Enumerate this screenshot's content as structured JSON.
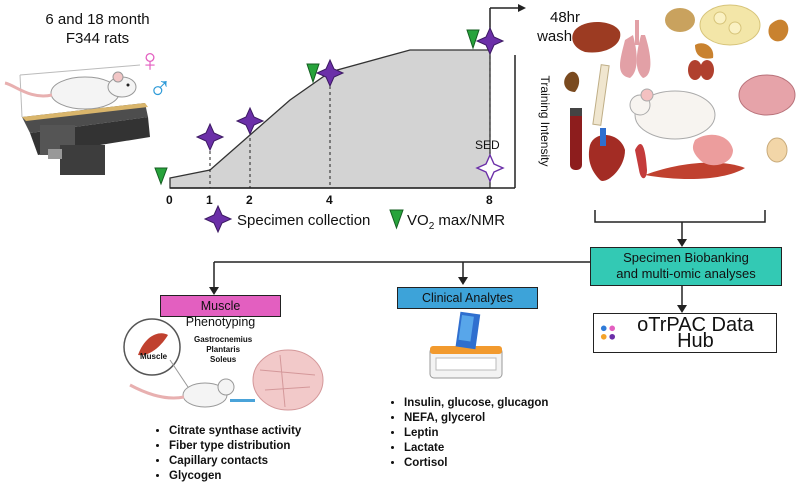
{
  "rats_title": [
    "6 and 18 month",
    "F344 rats"
  ],
  "sex_symbols": {
    "female": "♀",
    "male": "♂"
  },
  "washout": [
    "48hr",
    "washout"
  ],
  "training_intensity": "Training Intensity",
  "sed": "SED",
  "weeks": [
    "0",
    "1",
    "2",
    "4",
    "8"
  ],
  "legend": {
    "specimen": "Specimen collection",
    "vo2_pre": "VO",
    "vo2_sub": "2",
    "vo2_post": " max/NMR"
  },
  "biobanking": [
    "Specimen Biobanking",
    "and multi-omic analyses"
  ],
  "muscle_phenotyping": {
    "label": "Muscle Phenotyping",
    "muscle_label": "Muscle",
    "muscles": [
      "Gastrocnemius",
      "Plantaris",
      "Soleus"
    ],
    "items": [
      "Citrate synthase activity",
      "Fiber type distribution",
      "Capillary contacts",
      "Glycogen"
    ]
  },
  "clinical_analytes": {
    "label": "Clinical Analytes",
    "items": [
      "Insulin, glucose, glucagon",
      "NEFA, glycerol",
      "Leptin",
      "Lactate",
      "Cortisol"
    ]
  },
  "motrpac": "oTrPAC Data Hub",
  "colors": {
    "purple": "#6b2fa8",
    "green": "#27a33b",
    "pink": "#e35fc0",
    "blue": "#3da3d9",
    "teal": "#33c9b4"
  }
}
